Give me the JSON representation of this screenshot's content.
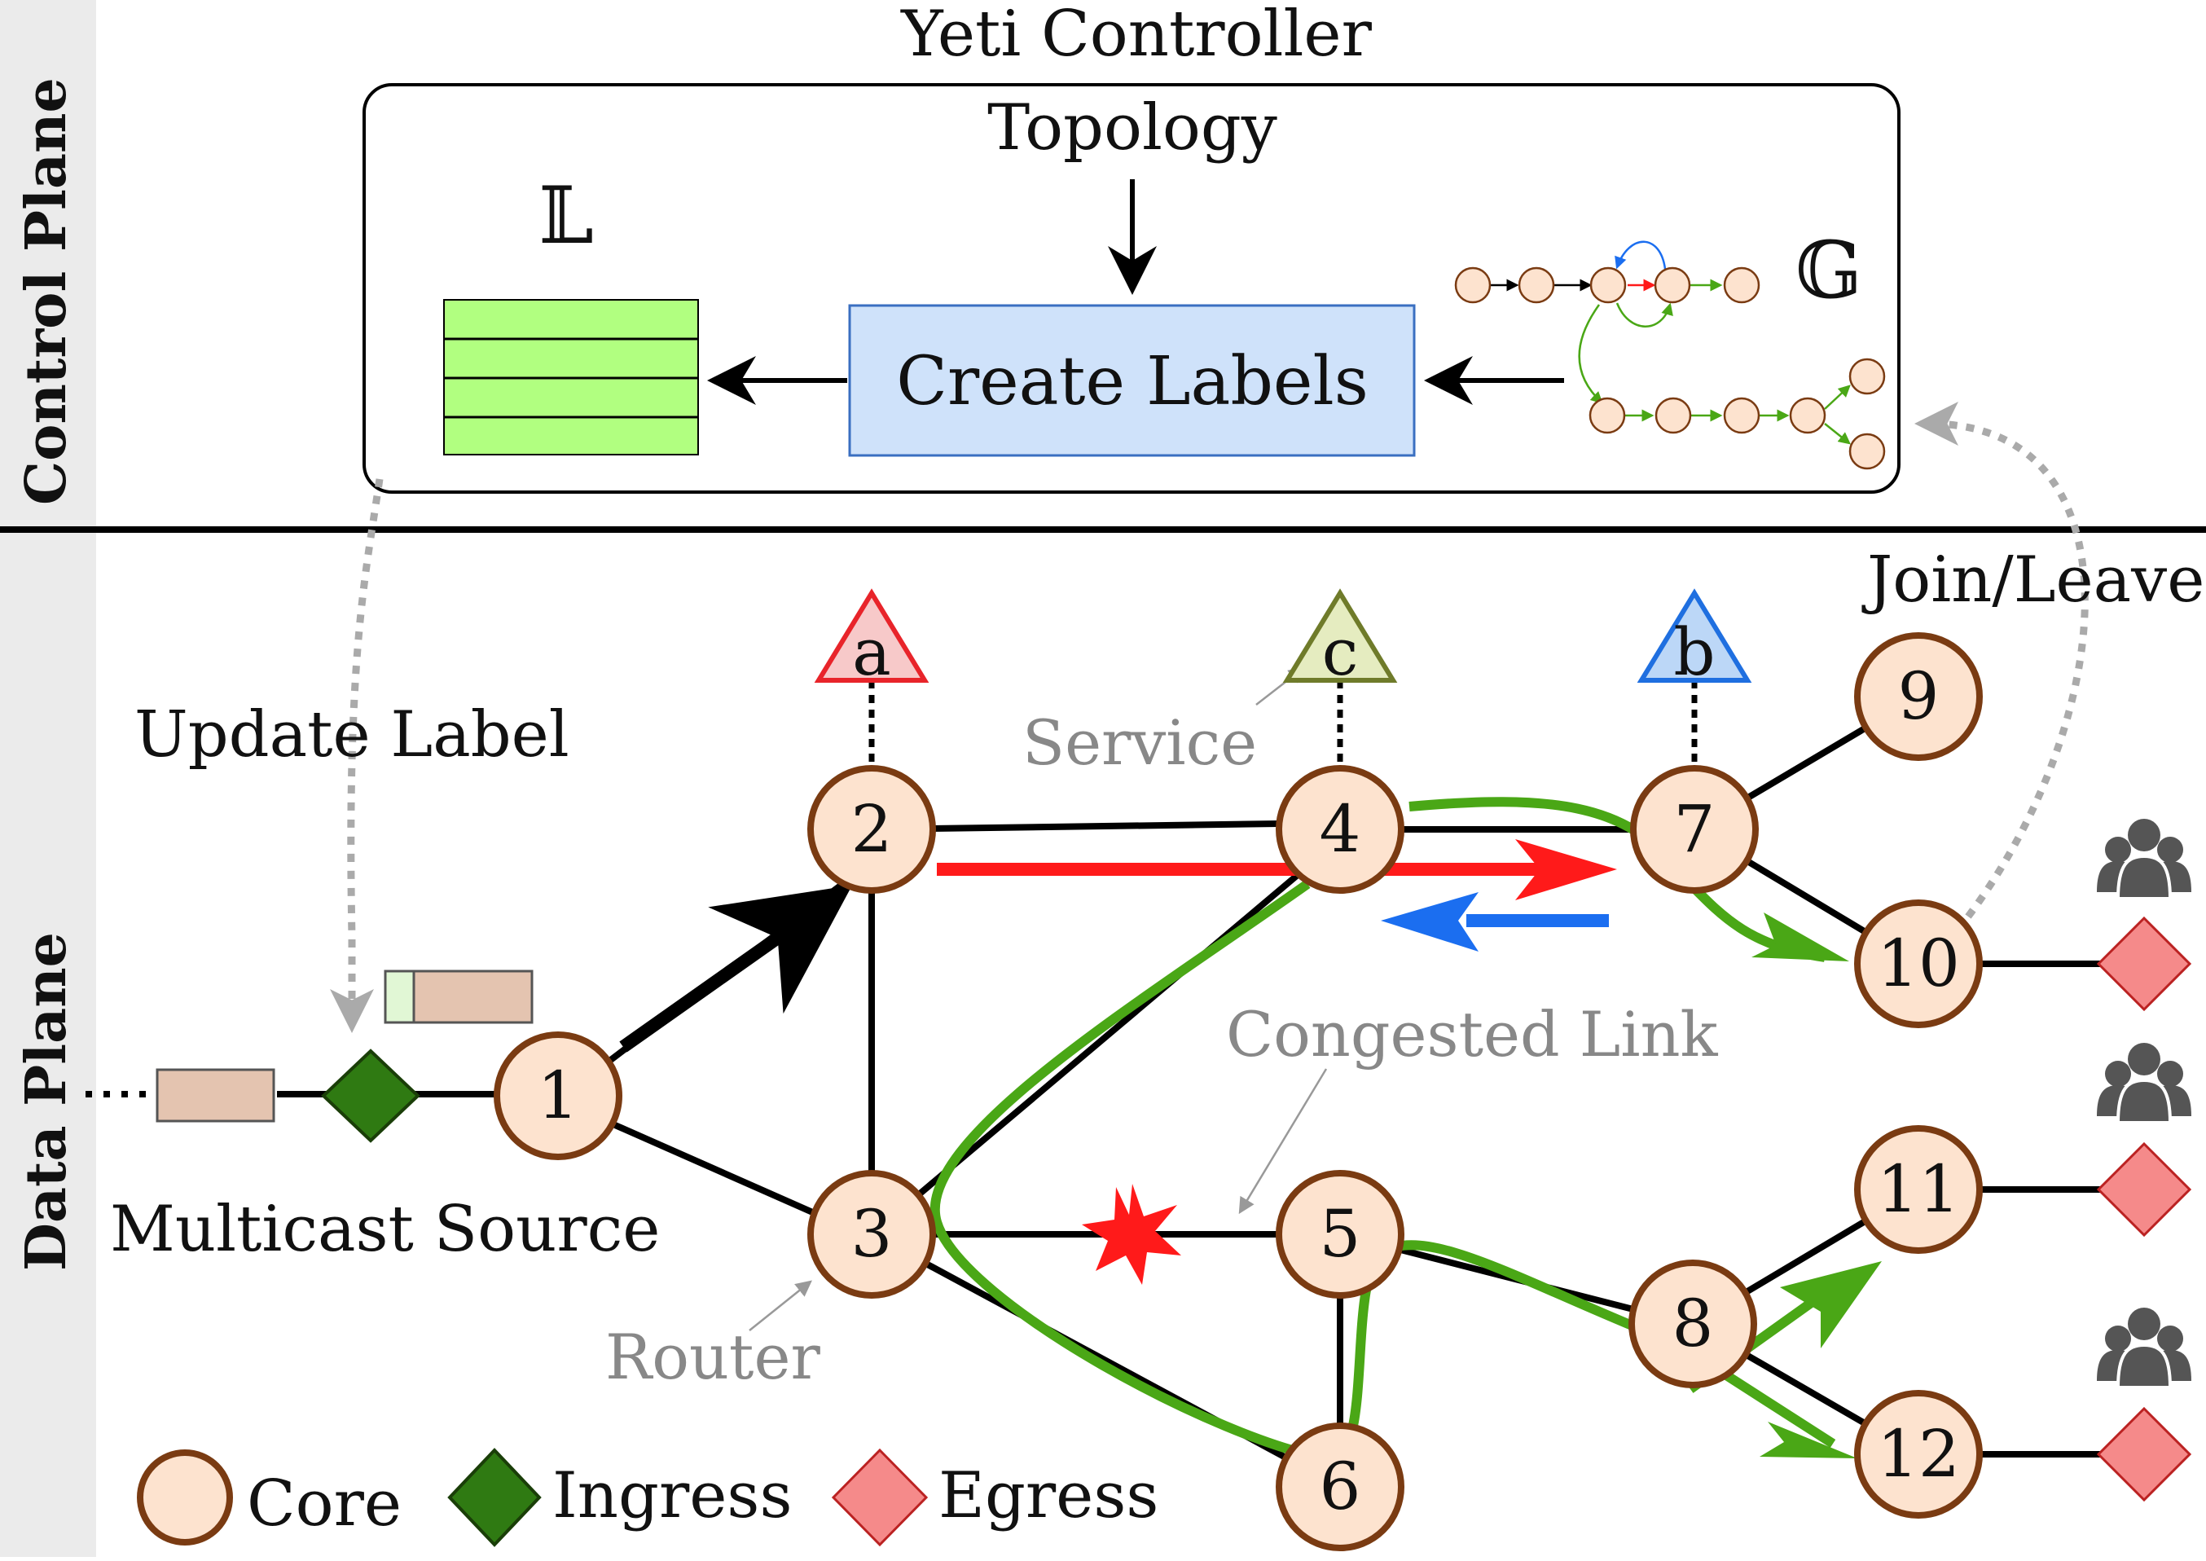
{
  "planes": {
    "control": "Control Plane",
    "data": "Data Plane"
  },
  "controller": {
    "title": "Yeti Controller",
    "topology_label": "Topology",
    "create_labels": "Create Labels",
    "label_table_symbol": "𝕃",
    "graph_symbol": "𝔾"
  },
  "annotations": {
    "update_label": "Update Label",
    "join_leave": "Join/Leave",
    "multicast_source": "Multicast Source",
    "service": "Service",
    "congested_link": "Congested Link",
    "router": "Router"
  },
  "services": [
    {
      "id": "a",
      "label": "a",
      "color": "#e8242a"
    },
    {
      "id": "c",
      "label": "c",
      "color": "#6f7b2a"
    },
    {
      "id": "b",
      "label": "b",
      "color": "#1f6fe0"
    }
  ],
  "nodes": [
    "1",
    "2",
    "3",
    "4",
    "5",
    "6",
    "7",
    "8",
    "9",
    "10",
    "11",
    "12"
  ],
  "legend": {
    "core": "Core",
    "ingress": "Ingress",
    "egress": "Egress"
  },
  "colors": {
    "core_fill": "#fde3cf",
    "core_stroke": "#7a3b12",
    "ingress": "#2f7a12",
    "egress": "#f58a8a",
    "path_green": "#4aa716",
    "path_red": "#ff1a1a",
    "path_blue": "#1b6ef0",
    "label_table": "#b1ff80",
    "create_labels_box": "#cfe2fa"
  },
  "icons": [
    "user-group-icon",
    "congestion-star-icon"
  ]
}
